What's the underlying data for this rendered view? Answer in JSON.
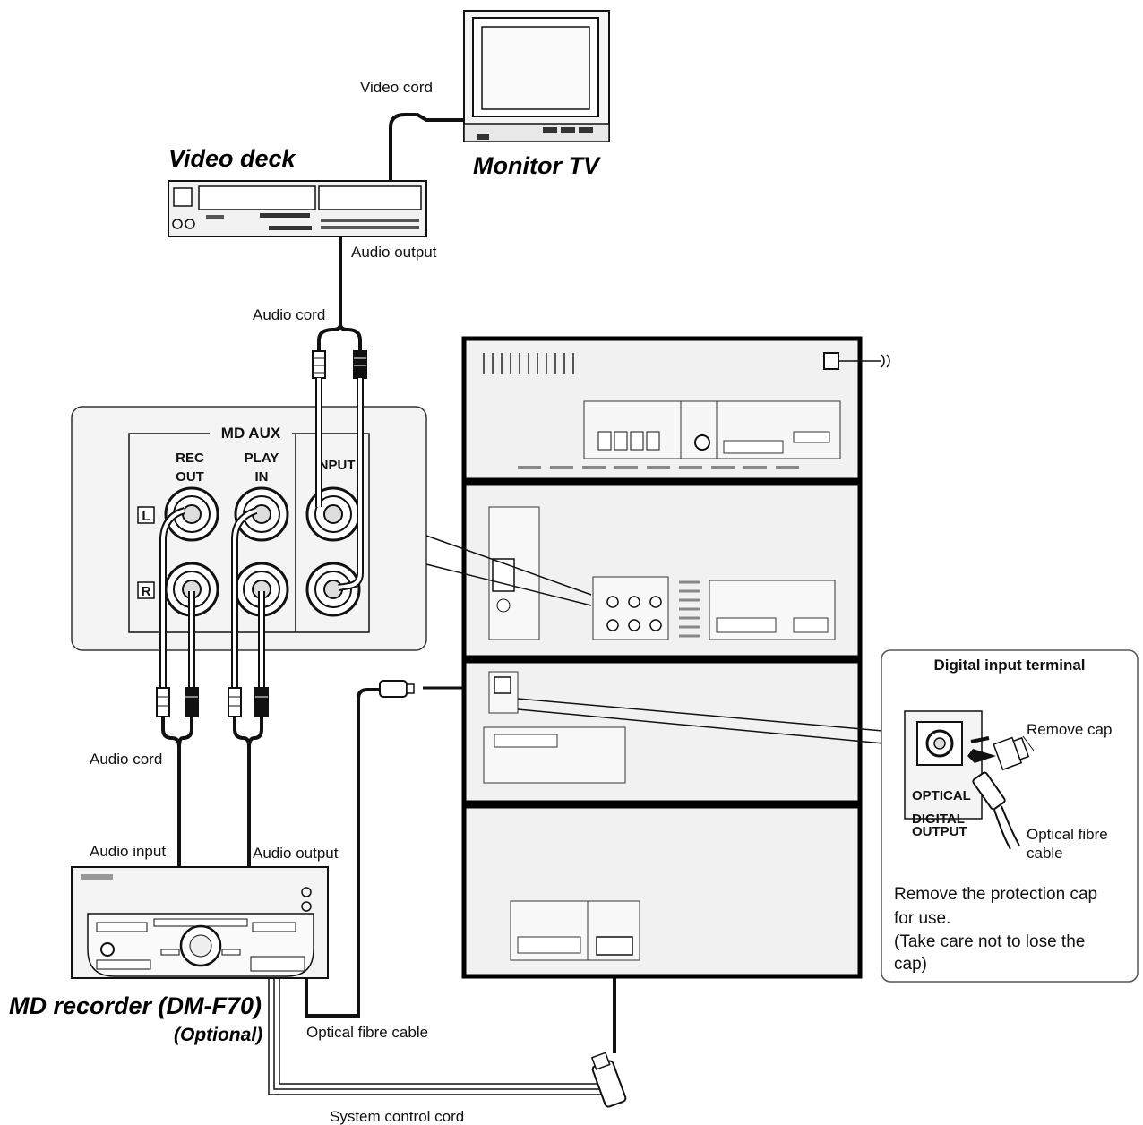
{
  "devices": {
    "monitor_tv": "Monitor TV",
    "video_deck": "Video deck",
    "md_recorder": "MD recorder (DM-F70)",
    "md_recorder_optional": "(Optional)"
  },
  "cords": {
    "video_cord": "Video cord",
    "audio_output_top": "Audio output",
    "audio_cord_top": "Audio cord",
    "audio_cord_bottom": "Audio cord",
    "audio_input": "Audio input",
    "audio_output_bottom": "Audio output",
    "optical_fibre_cable": "Optical fibre cable",
    "system_control_cord": "System control cord"
  },
  "md_aux_panel": {
    "title": "MD AUX",
    "rec": "REC",
    "out": "OUT",
    "play": "PLAY",
    "in": "IN",
    "input": "INPUT",
    "left": "L",
    "right": "R"
  },
  "digital_terminal": {
    "title": "Digital input terminal",
    "remove_cap": "Remove cap",
    "optical": "OPTICAL",
    "digital": "DIGITAL",
    "output": "OUTPUT",
    "fibre_line1": "Optical  fibre",
    "fibre_line2": "cable",
    "note_line1": "Remove the protection cap",
    "note_line2": "for use.",
    "note_line3": "(Take care not to lose the",
    "note_line4": "cap)"
  }
}
